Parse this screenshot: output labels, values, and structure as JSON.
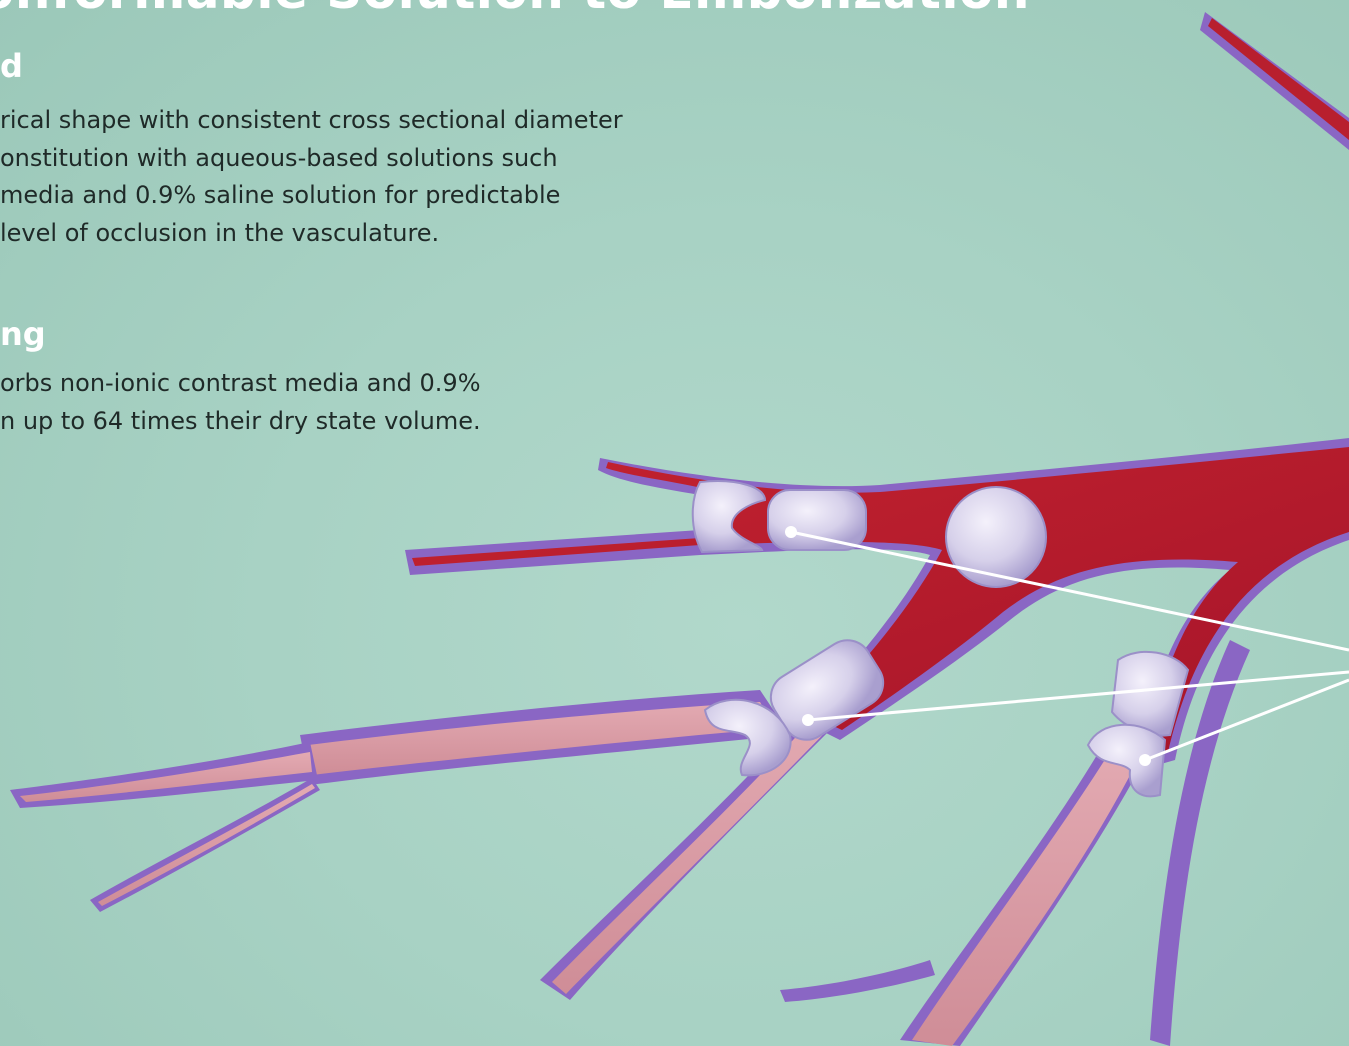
{
  "page": {
    "title": "onformable Solution to Embolization"
  },
  "sections": [
    {
      "heading": "d",
      "lines": [
        "rical shape with consistent cross sectional diameter",
        "onstitution with aqueous-based solutions such",
        "media and 0.9% saline solution for predictable",
        "level of occlusion in the vasculature."
      ]
    },
    {
      "heading": "ng",
      "lines": [
        "orbs non-ionic contrast media and 0.9%",
        "n up to 64 times their dry state volume."
      ]
    }
  ],
  "colors": {
    "background": "#a8d2c4",
    "vessel_wall": "#8a66c4",
    "blood": "#b81f2e",
    "sphere": "#d9d3ea",
    "callout_line": "#ffffff"
  }
}
